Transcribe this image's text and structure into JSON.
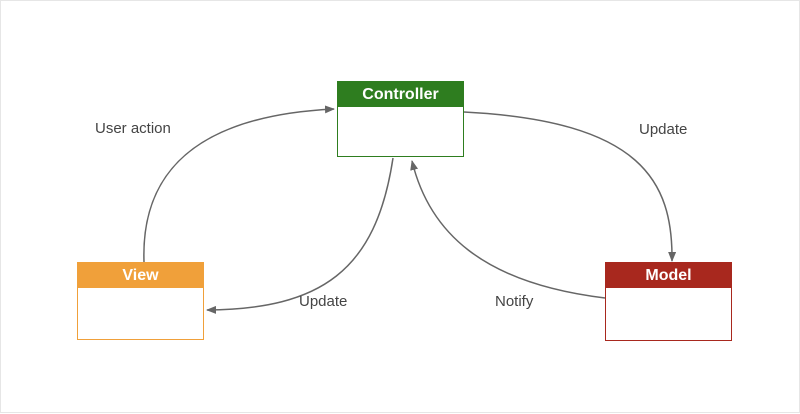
{
  "nodes": {
    "controller": {
      "title": "Controller",
      "color": "#2e7d1f"
    },
    "view": {
      "title": "View",
      "color": "#f0a03a"
    },
    "model": {
      "title": "Model",
      "color": "#a8281e"
    }
  },
  "edges": {
    "user_action": "User action",
    "update_model": "Update",
    "update_view": "Update",
    "notify": "Notify"
  },
  "colors": {
    "connector": "#666666"
  }
}
